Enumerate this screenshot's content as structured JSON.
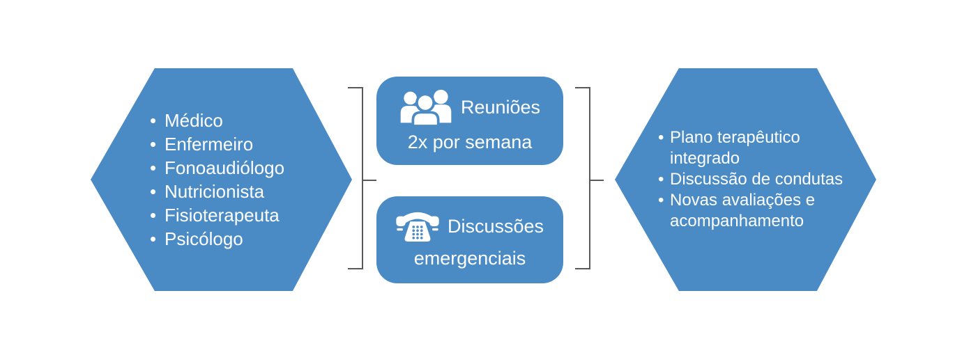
{
  "diagram_title": "",
  "left_hexagon": {
    "items": [
      {
        "bullet": "•",
        "text": "Médico"
      },
      {
        "bullet": "•",
        "text": "Enfermeiro"
      },
      {
        "bullet": "•",
        "text": "Fonoaudiólogo"
      },
      {
        "bullet": "•",
        "text": "Nutricionista"
      },
      {
        "bullet": "•",
        "text": "Fisioterapeuta"
      },
      {
        "bullet": "•",
        "text": "Psicólogo"
      }
    ]
  },
  "middle": {
    "meetings": {
      "icon": "people-group-icon",
      "title": "Reuniões",
      "subtitle": "2x por semana"
    },
    "emergency": {
      "icon": "telephone-icon",
      "title": "Discussões",
      "subtitle": "emergenciais"
    }
  },
  "right_hexagon": {
    "items": [
      {
        "bullet": "•",
        "text": "Plano terapêutico"
      },
      {
        "bullet": "",
        "text": "integrado"
      },
      {
        "bullet": "•",
        "text": "Discussão de condutas"
      },
      {
        "bullet": "•",
        "text": "Novas avaliações e"
      },
      {
        "bullet": "",
        "text": "acompanhamento"
      }
    ]
  },
  "colors": {
    "shape_blue": "#4A8BC6",
    "bracket_gray": "#595959",
    "text_on_shapes": "#FFFFFF",
    "background": "#FFFFFF"
  }
}
